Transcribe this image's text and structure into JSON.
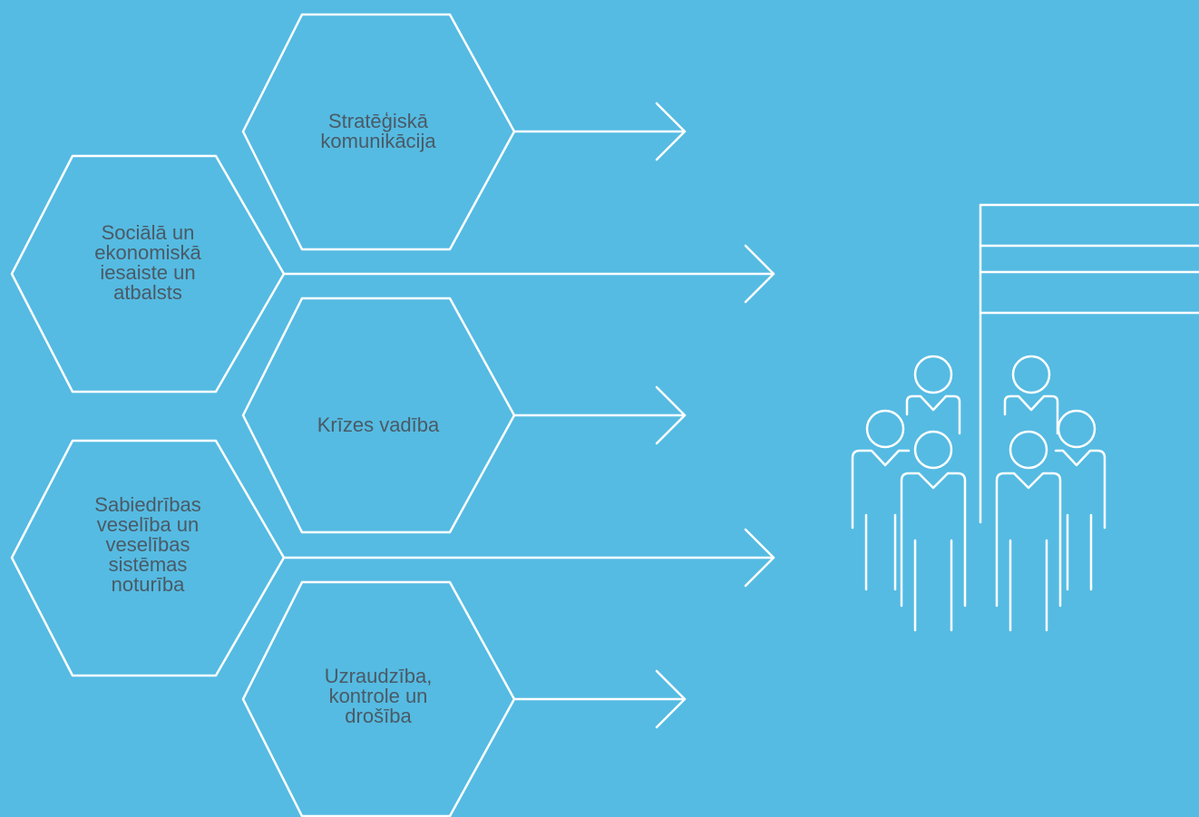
{
  "colors": {
    "background": "#55bbe2",
    "line": "#ffffff",
    "text": "#4a5a66"
  },
  "hexagons": [
    {
      "label": "Stratēģiskā\nkomunikācija"
    },
    {
      "label": "Sociālā un\nekonomiskā\niesaiste un\natbalsts"
    },
    {
      "label": "Krīzes vadība"
    },
    {
      "label": "Sabiedrības\nveselība un\nveselības\nsistēmas\nnoturība"
    },
    {
      "label": "Uzraudzība,\nkontrole un\ndrošība"
    }
  ],
  "icons": {
    "arrow": "arrow-right-icon",
    "flag": "flag-icon",
    "people": "people-group-icon"
  }
}
